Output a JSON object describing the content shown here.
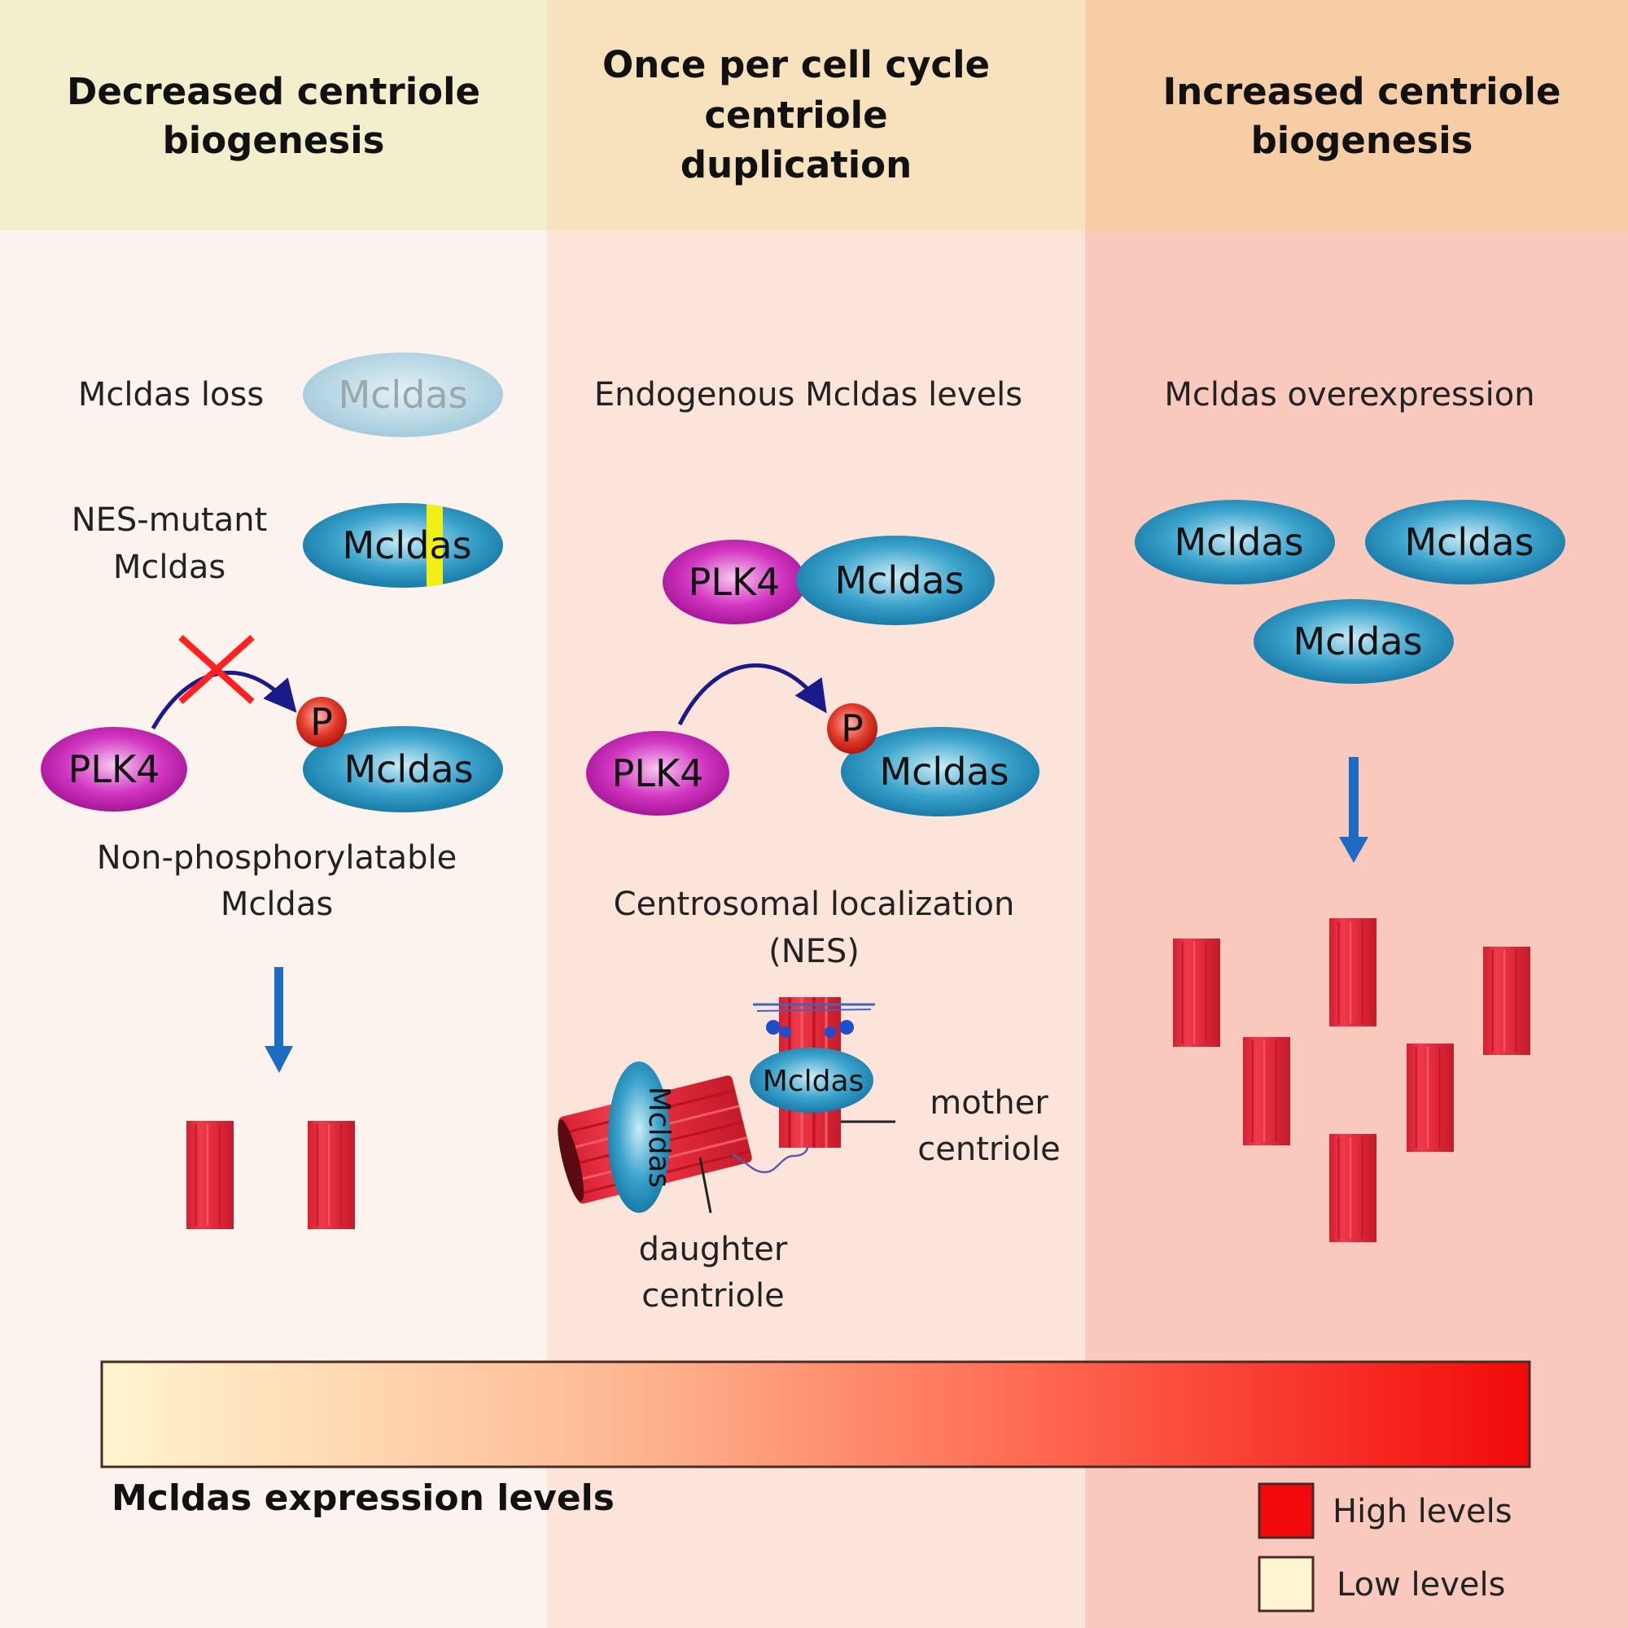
{
  "colors": {
    "col1_header": "#f3efcd",
    "col2_header": "#f8e2bd",
    "col3_header": "#f7cda6",
    "col1_body": "#fdf3ee",
    "col2_body": "#fde4db",
    "col3_body": "#f9c9be",
    "mcldas_blue": "#1f8ab8",
    "mcldas_faded": "#a9cfdf",
    "plk4_magenta": "#c21ab0",
    "phospho_red": "#d62a1e",
    "centriole_red": "#e02a3a",
    "arrow_blue": "#1a6cc4",
    "curve_arrow_navy": "#1a1a8a",
    "cross_red": "#ff2020",
    "nes_yellow": "#f2ef16",
    "gradient_low": "#fff5cf",
    "gradient_high": "#f20a0a"
  },
  "columns": [
    {
      "id": "decreased",
      "title_lines": [
        "Decreased centriole",
        "biogenesis"
      ],
      "condition_label": "Mcldas loss",
      "condition_protein": "Mcldas",
      "nes_label_lines": [
        "NES-mutant",
        "Mcldas"
      ],
      "nes_protein": "Mcldas",
      "kinase": "PLK4",
      "substrate": "Mcldas",
      "phospho": "P",
      "phospho_blocked": true,
      "phospho_caption_lines": [
        "Non-phosphorylatable",
        "Mcldas"
      ],
      "centriole_count": 2
    },
    {
      "id": "normal",
      "title_lines": [
        "Once per cell cycle",
        "centriole",
        "duplication"
      ],
      "condition_label": "Endogenous Mcldas levels",
      "complex": [
        "PLK4",
        "Mcldas"
      ],
      "kinase": "PLK4",
      "substrate": "Mcldas",
      "phospho": "P",
      "phospho_blocked": false,
      "localization_lines": [
        "Centrosomal localization",
        "(NES)"
      ],
      "mother_protein": "Mcldas",
      "daughter_protein": "Mcldas",
      "mother_label_lines": [
        "mother",
        "centriole"
      ],
      "daughter_label_lines": [
        "daughter",
        "centriole"
      ]
    },
    {
      "id": "increased",
      "title_lines": [
        "Increased centriole",
        "biogenesis"
      ],
      "condition_label": "Mcldas overexpression",
      "proteins": [
        "Mcldas",
        "Mcldas",
        "Mcldas"
      ],
      "centriole_count": 6
    }
  ],
  "scale": {
    "label": "Mcldas expression levels",
    "legend": [
      {
        "label": "High levels",
        "color": "#f20a0a"
      },
      {
        "label": "Low levels",
        "color": "#fff5cf"
      }
    ]
  }
}
